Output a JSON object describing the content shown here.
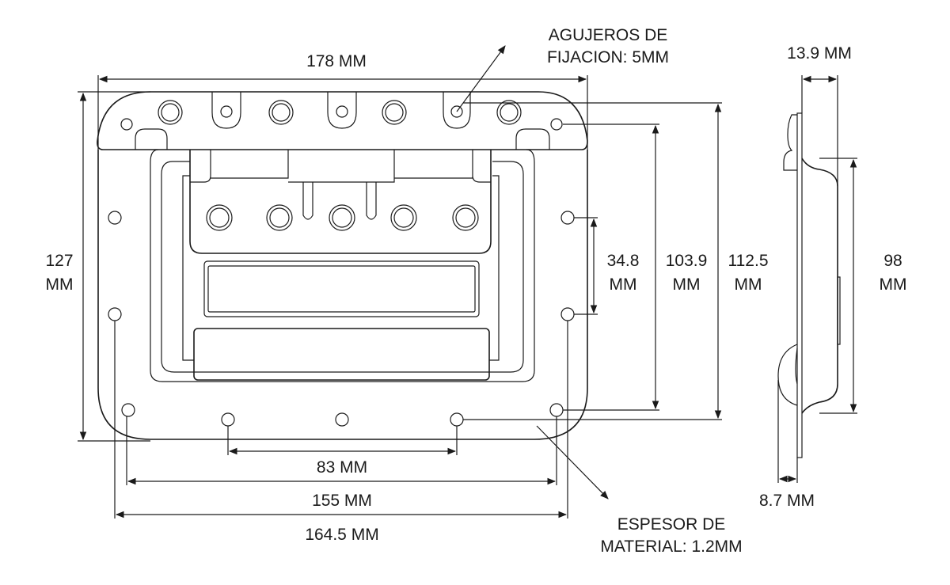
{
  "title": "Handle technical drawing",
  "dimensions": {
    "width_total": "178 MM",
    "height_total_line1": "127",
    "height_total_line2": "MM",
    "hole_spacing_vertical_line1": "34.8",
    "hole_spacing_vertical_line2": "MM",
    "height_103_line1": "103.9",
    "height_103_line2": "MM",
    "height_112_line1": "112.5",
    "height_112_line2": "MM",
    "bottom_holes_83": "83 MM",
    "bottom_holes_155": "155 MM",
    "width_164": "164.5 MM",
    "depth_13": "13.9 MM",
    "recess_98_line1": "98",
    "recess_98_line2": "MM",
    "offset_8": "8.7 MM"
  },
  "annotations": {
    "holes_line1": "AGUJEROS DE",
    "holes_line2": "FIJACION: 5MM",
    "thickness_line1": "ESPESOR DE",
    "thickness_line2": "MATERIAL: 1.2MM"
  },
  "colors": {
    "line": "#1a1a1a",
    "background": "#ffffff"
  }
}
